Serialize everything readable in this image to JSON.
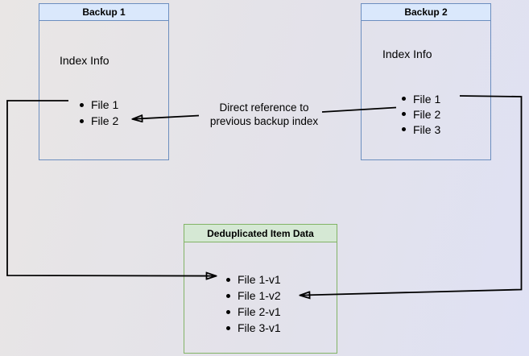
{
  "backup1": {
    "title": "Backup 1",
    "body_label": "Index Info",
    "items": [
      "File 1",
      "File 2"
    ]
  },
  "backup2": {
    "title": "Backup 2",
    "body_label": "Index Info",
    "items": [
      "File 1",
      "File 2",
      "File 3"
    ]
  },
  "dedup": {
    "title": "Deduplicated Item Data",
    "items": [
      "File 1-v1",
      "File 1-v2",
      "File 2-v1",
      "File 3-v1"
    ]
  },
  "annotation": {
    "line1": "Direct reference to",
    "line2": "previous backup index"
  },
  "colors": {
    "blue_border": "#6c8ebf",
    "blue_fill": "#dae8fc",
    "green_border": "#82b366",
    "green_fill": "#d5e8d4",
    "connector": "#000000",
    "text": "#000000",
    "bg_left": "#e9e6e5",
    "bg_right": "#dfe1f4"
  }
}
